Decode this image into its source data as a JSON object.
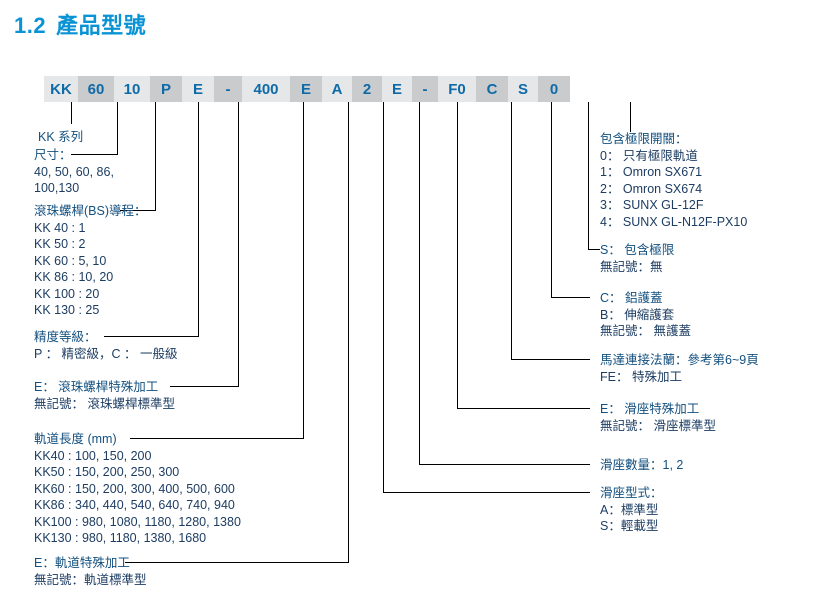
{
  "title": {
    "number": "1.2",
    "text": "產品型號"
  },
  "model_code": {
    "cells": [
      {
        "text": "KK",
        "shade": "light"
      },
      {
        "text": "60",
        "shade": "dark"
      },
      {
        "text": "10",
        "shade": "light"
      },
      {
        "text": "P",
        "shade": "dark"
      },
      {
        "text": "E",
        "shade": "light"
      },
      {
        "text": "-",
        "shade": "dark"
      },
      {
        "text": "400",
        "shade": "light"
      },
      {
        "text": "E",
        "shade": "dark"
      },
      {
        "text": "A",
        "shade": "light"
      },
      {
        "text": "2",
        "shade": "dark"
      },
      {
        "text": "E",
        "shade": "light"
      },
      {
        "text": "-",
        "shade": "dark"
      },
      {
        "text": "F0",
        "shade": "light"
      },
      {
        "text": "C",
        "shade": "dark"
      },
      {
        "text": "S",
        "shade": "light"
      },
      {
        "text": "0",
        "shade": "dark"
      }
    ]
  },
  "left_labels": {
    "series": {
      "lines": [
        "KK 系列"
      ]
    },
    "size": {
      "lines": [
        "尺寸：",
        "40, 50, 60, 86,",
        "100,130"
      ]
    },
    "bs_lead": {
      "lines": [
        "滾珠螺桿(BS)導程：",
        "KK 40 : 1",
        "KK 50 : 2",
        "KK 60 :  5, 10",
        "KK 86 :  10, 20",
        "KK 100 :  20",
        "KK 130 :  25"
      ]
    },
    "accuracy": {
      "lines": [
        "精度等級：",
        "P ： 精密級，C ： 一般級"
      ]
    },
    "bs_special": {
      "lines": [
        "E： 滾珠螺桿特殊加工",
        "無記號： 滾珠螺桿標準型"
      ]
    },
    "rail_length": {
      "lines": [
        "軌道長度 (mm)",
        "KK40 : 100, 150, 200",
        "KK50 : 150, 200, 250, 300",
        "KK60 : 150, 200, 300,  400,  500, 600",
        "KK86 : 340, 440, 540, 640, 740, 940",
        "KK100 : 980, 1080, 1180, 1280, 1380",
        "KK130 : 980, 1180, 1380, 1680"
      ]
    },
    "rail_special": {
      "lines": [
        "E：軌道特殊加工",
        "無記號：軌道標準型"
      ]
    }
  },
  "right_labels": {
    "limit_switch": {
      "lines": [
        "包含極限開關：",
        "0： 只有極限軌道",
        "1： Omron SX671",
        "2： Omron SX674",
        "3： SUNX GL-12F",
        "4： SUNX GL-N12F-PX10"
      ]
    },
    "limit_incl": {
      "lines": [
        "S： 包含極限",
        "無記號：無"
      ]
    },
    "cover": {
      "lines": [
        "C： 鋁護蓋",
        "B： 伸縮護套",
        "無記號： 無護蓋"
      ]
    },
    "motor_flange": {
      "lines": [
        "馬達連接法蘭：參考第6~9頁",
        "FE： 特殊加工"
      ]
    },
    "slider_spec": {
      "lines": [
        "E： 滑座特殊加工",
        "無記號： 滑座標準型"
      ]
    },
    "slider_qty": {
      "lines": [
        "滑座數量：1, 2"
      ]
    },
    "slider_type": {
      "lines": [
        "滑座型式：",
        "A：標準型",
        "S：輕載型"
      ]
    }
  },
  "colors": {
    "title_blue": "#0a93d4",
    "code_text": "#0f6aa8",
    "cell_light": "#e6e7e8",
    "cell_dark": "#c9cbcd",
    "label_text": "#1d3d63",
    "line": "#000000"
  }
}
